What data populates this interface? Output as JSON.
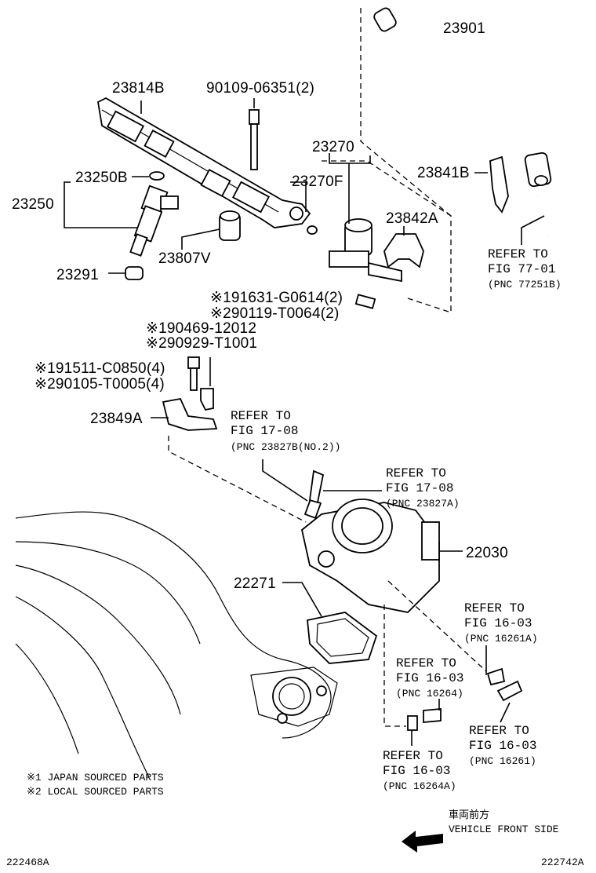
{
  "parts": {
    "p23901": "23901",
    "p23814B": "23814B",
    "p90109": "90109-06351(2)",
    "p23270": "23270",
    "p23270F": "23270F",
    "p23250B": "23250B",
    "p23250": "23250",
    "p23841B": "23841B",
    "p23842A": "23842A",
    "p23807V": "23807V",
    "p23291": "23291",
    "p91631": "※191631-G0614(2)",
    "p90119": "※290119-T0064(2)",
    "p90469": "※190469-12012",
    "p90929": "※290929-T1001",
    "p91511": "※191511-C0850(4)",
    "p90105": "※290105-T0005(4)",
    "p23849A": "23849A",
    "p22030": "22030",
    "p22271": "22271"
  },
  "refs": {
    "r1": {
      "l1": "REFER TO",
      "l2": "FIG 77-01",
      "l3": "(PNC 77251B)"
    },
    "r2": {
      "l1": "REFER TO",
      "l2": "FIG 17-08",
      "l3": "(PNC 23827B(NO.2))"
    },
    "r3": {
      "l1": "REFER TO",
      "l2": "FIG 17-08",
      "l3": "(PNC 23827A)"
    },
    "r4": {
      "l1": "REFER TO",
      "l2": "FIG 16-03",
      "l3": "(PNC 16261A)"
    },
    "r5": {
      "l1": "REFER TO",
      "l2": "FIG 16-03",
      "l3": "(PNC 16264)"
    },
    "r6": {
      "l1": "REFER TO",
      "l2": "FIG 16-03",
      "l3": "(PNC 16261)"
    },
    "r7": {
      "l1": "REFER TO",
      "l2": "FIG 16-03",
      "l3": "(PNC 16264A)"
    }
  },
  "notes": {
    "n1": "※1 JAPAN SOURCED PARTS",
    "n2": "※2 LOCAL SOURCED PARTS"
  },
  "direction": {
    "jp": "車両前方",
    "en": "VEHICLE FRONT SIDE"
  },
  "codes": {
    "left": "222468A",
    "right": "222742A"
  }
}
